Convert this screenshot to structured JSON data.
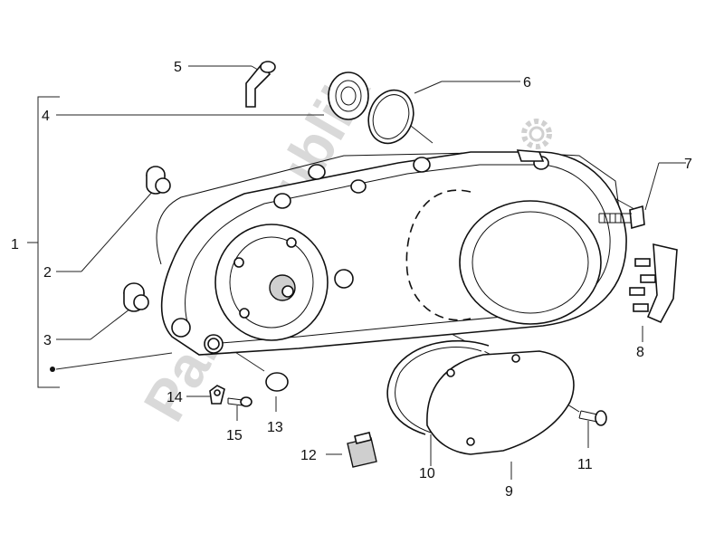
{
  "diagram": {
    "watermark": "PartsRepublik",
    "callouts": [
      {
        "id": "1",
        "text": "1"
      },
      {
        "id": "2",
        "text": "2"
      },
      {
        "id": "3",
        "text": "3"
      },
      {
        "id": "4",
        "text": "4"
      },
      {
        "id": "5",
        "text": "5"
      },
      {
        "id": "6",
        "text": "6"
      },
      {
        "id": "7",
        "text": "7"
      },
      {
        "id": "8",
        "text": "8"
      },
      {
        "id": "9",
        "text": "9"
      },
      {
        "id": "10",
        "text": "10"
      },
      {
        "id": "11",
        "text": "11"
      },
      {
        "id": "12",
        "text": "12"
      },
      {
        "id": "13",
        "text": "13"
      },
      {
        "id": "14",
        "text": "14"
      },
      {
        "id": "15",
        "text": "15"
      }
    ]
  }
}
